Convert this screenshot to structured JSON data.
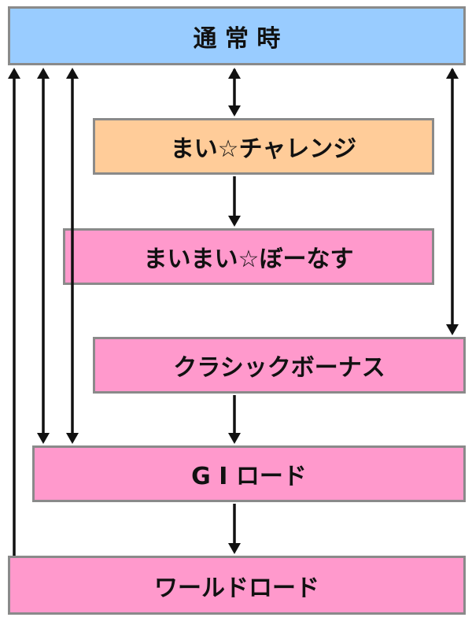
{
  "nodes": {
    "normal": {
      "label": "通 常 時"
    },
    "mai_challenge": {
      "label": "まい☆チャレンジ"
    },
    "maimai_bonus": {
      "label": "まいまい☆ぼーなす"
    },
    "classic_bonus": {
      "label": "クラシックボーナス"
    },
    "gi_road": {
      "label": "G I ロード"
    },
    "world_road": {
      "label": "ワールドロード"
    }
  },
  "colors": {
    "normal_fill": "#99ccff",
    "challenge_fill": "#ffcc99",
    "bonus_fill": "#ff99cc",
    "border": "#8a8a8a",
    "arrow": "#111111"
  }
}
